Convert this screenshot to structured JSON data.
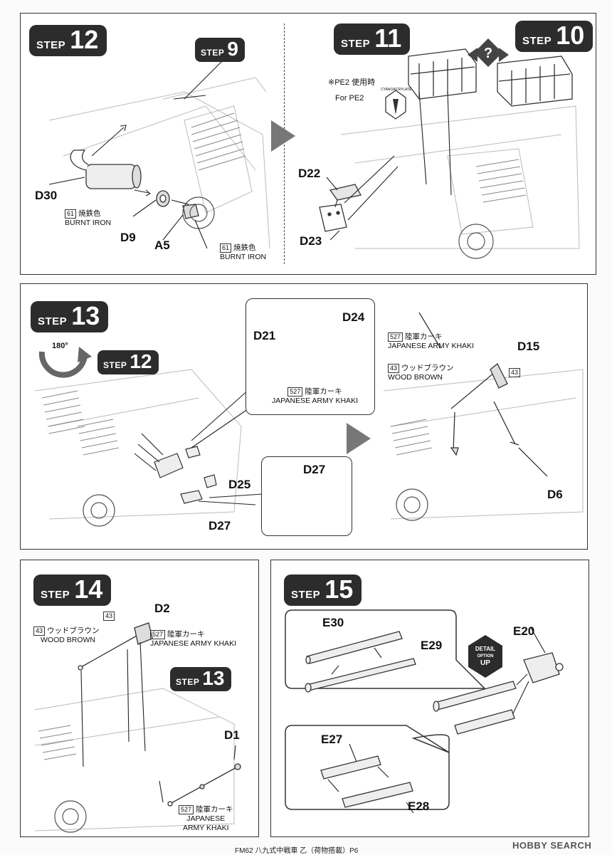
{
  "steps": {
    "s12": {
      "word": "STEP",
      "num": "12"
    },
    "s12_ref9": {
      "word": "STEP",
      "num": "9"
    },
    "s11": {
      "word": "STEP",
      "num": "11"
    },
    "s10": {
      "word": "STEP",
      "num": "10"
    },
    "s13": {
      "word": "STEP",
      "num": "13"
    },
    "s13_ref12": {
      "word": "STEP",
      "num": "12"
    },
    "s14": {
      "word": "STEP",
      "num": "14"
    },
    "s14_ref13": {
      "word": "STEP",
      "num": "13"
    },
    "s15": {
      "word": "STEP",
      "num": "15"
    }
  },
  "parts": {
    "d30": "D30",
    "d9": "D9",
    "a5": "A5",
    "d22": "D22",
    "d23": "D23",
    "d24": "D24",
    "d21": "D21",
    "d25": "D25",
    "d27a": "D27",
    "d27b": "D27",
    "d15": "D15",
    "d6": "D6",
    "d2": "D2",
    "d1": "D1",
    "e30": "E30",
    "e29": "E29",
    "e20": "E20",
    "e27": "E27",
    "e28": "E28"
  },
  "paints": {
    "burnt_iron_1": {
      "code": "61",
      "jp": "焼鉄色",
      "en": "BURNT IRON"
    },
    "burnt_iron_2": {
      "code": "61",
      "jp": "焼鉄色",
      "en": "BURNT IRON"
    },
    "khaki_d21": {
      "code": "527",
      "jp": "陸軍カーキ",
      "en": "JAPANESE ARMY KHAKI"
    },
    "khaki_d15": {
      "code": "527",
      "jp": "陸軍カーキ",
      "en": "JAPANESE ARMY KHAKI"
    },
    "wood_d15": {
      "code": "43",
      "jp": "ウッドブラウン",
      "en": "WOOD BROWN"
    },
    "wood_d2": {
      "code": "43",
      "jp": "ウッドブラウン",
      "en": "WOOD BROWN"
    },
    "khaki_d2": {
      "code": "527",
      "jp": "陸軍カーキ",
      "en": "JAPANESE ARMY KHAKI"
    },
    "khaki_d1": {
      "code": "527",
      "jp": "陸軍カーキ",
      "en": "JAPANESE",
      "en2": "ARMY KHAKI"
    }
  },
  "paint_refs": {
    "d15_code": "43",
    "d2_code": "43"
  },
  "notes": {
    "pe2_jp": "※PE2 使用時",
    "pe2_en": "For PE2",
    "cyano": "CYANOACRYLATE",
    "rotate": "180°",
    "detail_1": "DETAIL",
    "detail_2": "OPTION",
    "detail_3": "UP"
  },
  "footer": {
    "text": "FM62 八九式中戦車 乙（荷物搭載）P6",
    "watermark": "HOBBY SEARCH"
  },
  "colors": {
    "step_bg": "#2c2c2c",
    "arrow_gray": "#777777",
    "line": "#333333"
  }
}
